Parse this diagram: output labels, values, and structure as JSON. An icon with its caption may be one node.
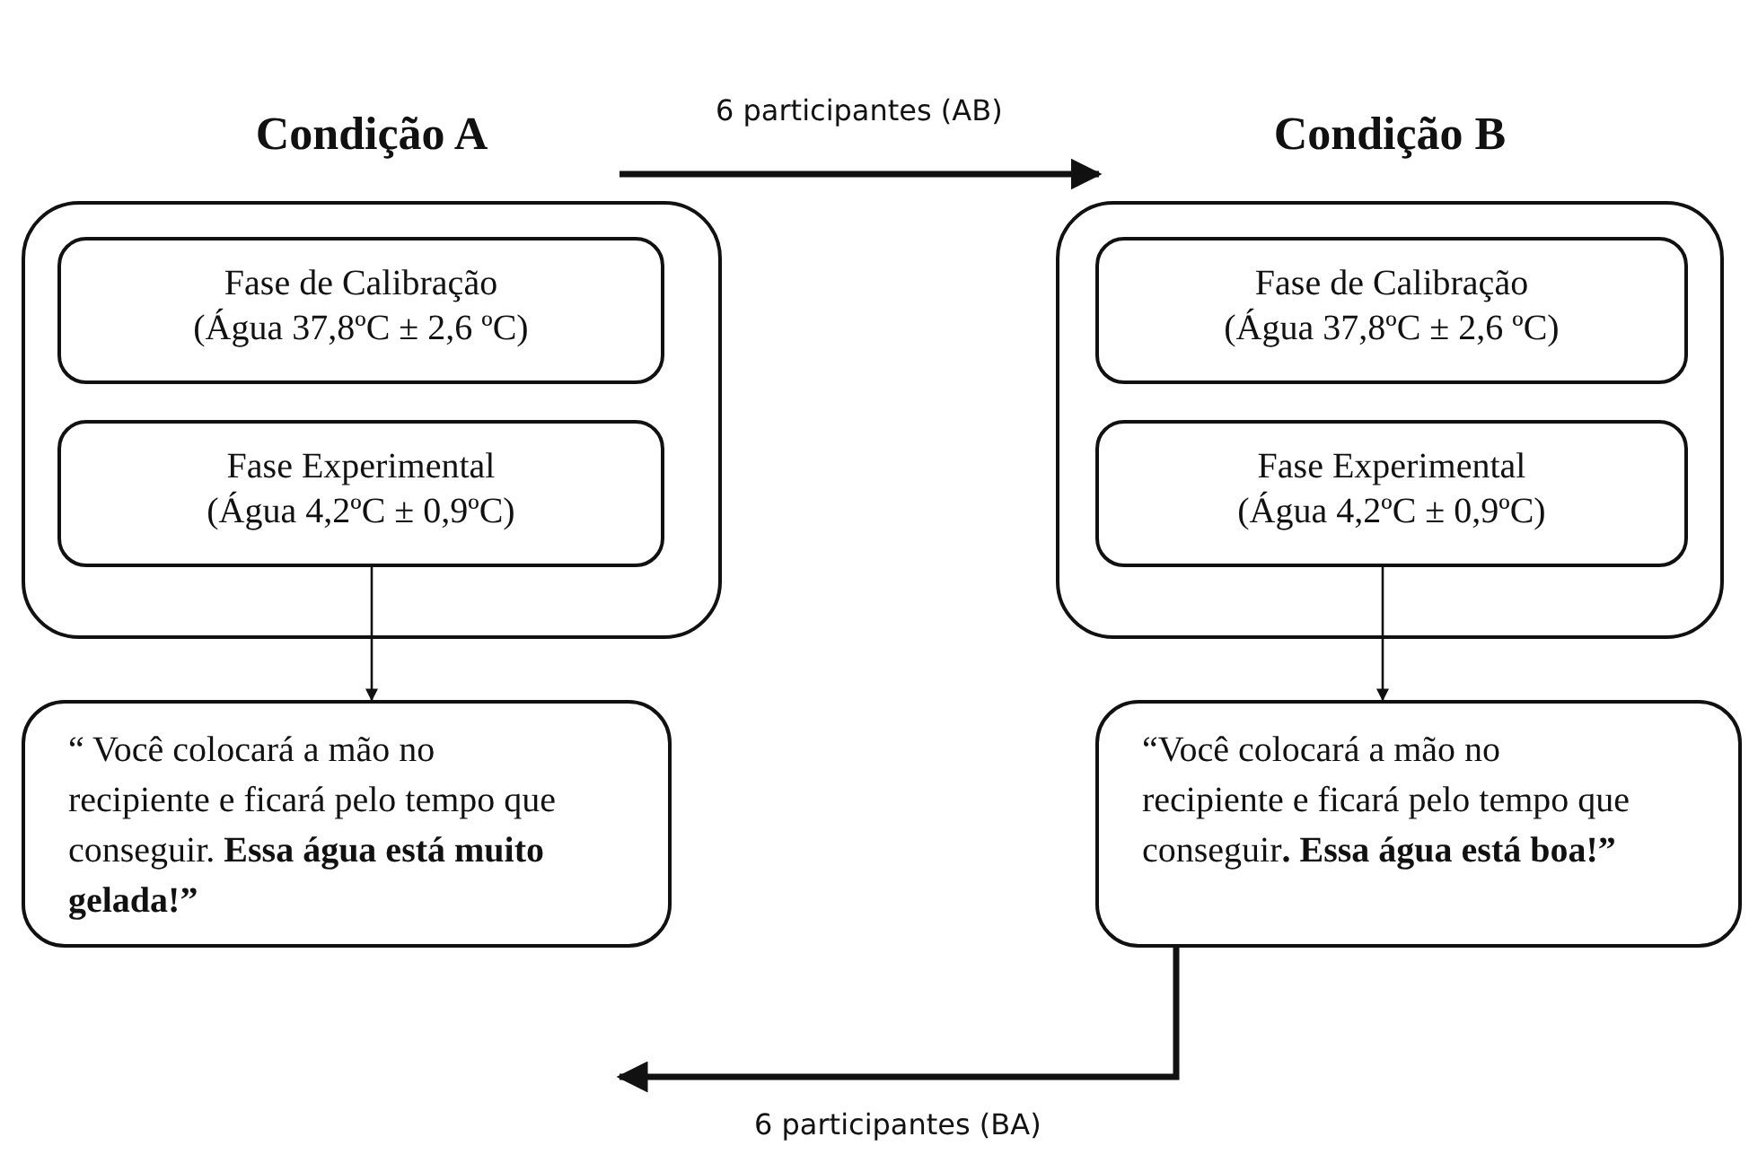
{
  "diagram": {
    "nodes": [
      {
        "text": [
          "Condição A"
        ]
      },
      {
        "text": [
          "Fase de Calibração",
          "(Água 37,8ºC ± 2,6 ºC)"
        ],
        "in": 0
      },
      {
        "text": [
          "Fase Experimental",
          "(Água 4,2ºC ± 0,9ºC)"
        ],
        "in": 0
      },
      {
        "text": [
          "“ Você colocará a mão no recipiente e ficará pelo tempo que conseguir. **Essa água está muito gelada!”**"
        ]
      },
      {
        "text": [
          "Condição B"
        ]
      },
      {
        "text": [
          "Fase de Calibração",
          "(Água 37,8ºC ± 2,6 ºC)"
        ],
        "in": 4
      },
      {
        "text": [
          "Fase Experimental",
          "(Água 4,2ºC ± 0,9ºC)"
        ],
        "in": 4
      },
      {
        "text": [
          "“Você colocará a mão no recipiente e ficará pelo tempo que conseguir**. Essa água está boa!”**"
        ]
      }
    ],
    "edges": [
      {
        "from": 0,
        "to": 4,
        "arrow": "to",
        "label": "6 participantes (AB)",
        "style": "thick"
      },
      {
        "from": 2,
        "to": 3,
        "arrow": "to"
      },
      {
        "from": 6,
        "to": 7,
        "arrow": "to"
      },
      {
        "from": 7,
        "to": null,
        "arrow": "to",
        "label": "6 participantes (BA)",
        "style": "thick"
      }
    ]
  }
}
